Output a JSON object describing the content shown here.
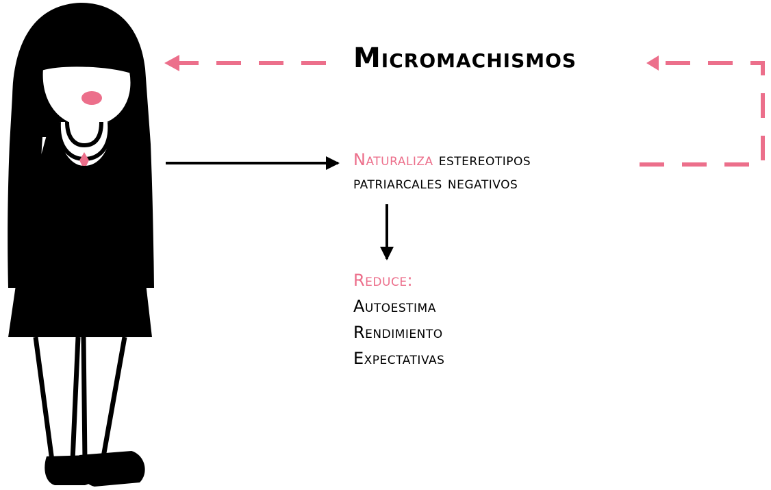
{
  "colors": {
    "accent": "#ec6f8b",
    "ink": "#000000"
  },
  "icons": {
    "figure": "girl-figure-icon"
  },
  "title": "Micromachismos",
  "effect": {
    "highlight": "Naturaliza",
    "rest": "estereotipos",
    "line2": "patriarcales negativos"
  },
  "reduce": {
    "heading": "Reduce:",
    "items": [
      "Autoestima",
      "Rendimiento",
      "Expectativas"
    ]
  }
}
